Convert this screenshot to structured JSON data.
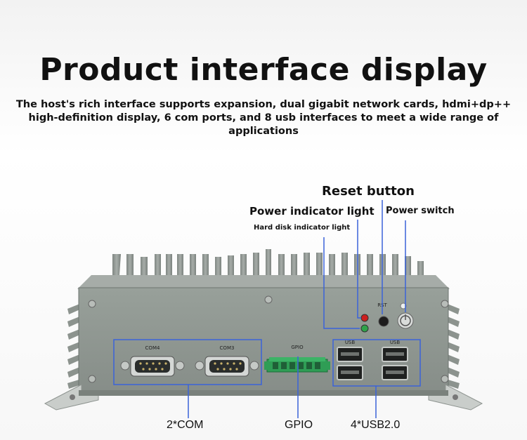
{
  "header": {
    "title": "Product interface display",
    "subtitle": "The host's rich interface supports expansion, dual gigabit network cards, hdmi+dp++ high-definition display, 6 com ports, and 8 usb interfaces to meet a wide range of applications"
  },
  "callouts": {
    "reset_button": "Reset button",
    "power_indicator": "Power indicator light",
    "power_switch": "Power switch",
    "hdd_indicator": "Hard disk indicator light"
  },
  "panel_labels": {
    "com4": "COM4",
    "com3": "COM3",
    "gpio": "GPIO",
    "rst": "RST",
    "usb_a": "USB",
    "usb_b": "USB"
  },
  "bottom_labels": {
    "com": "2*COM",
    "gpio": "GPIO",
    "usb": "4*USB2.0"
  },
  "colors": {
    "callout_line": "#3b63d9",
    "body": "#8f9791",
    "power_led": "#cc1f1f",
    "hdd_led": "#2fa24a",
    "gpio_block": "#2f9d55"
  }
}
